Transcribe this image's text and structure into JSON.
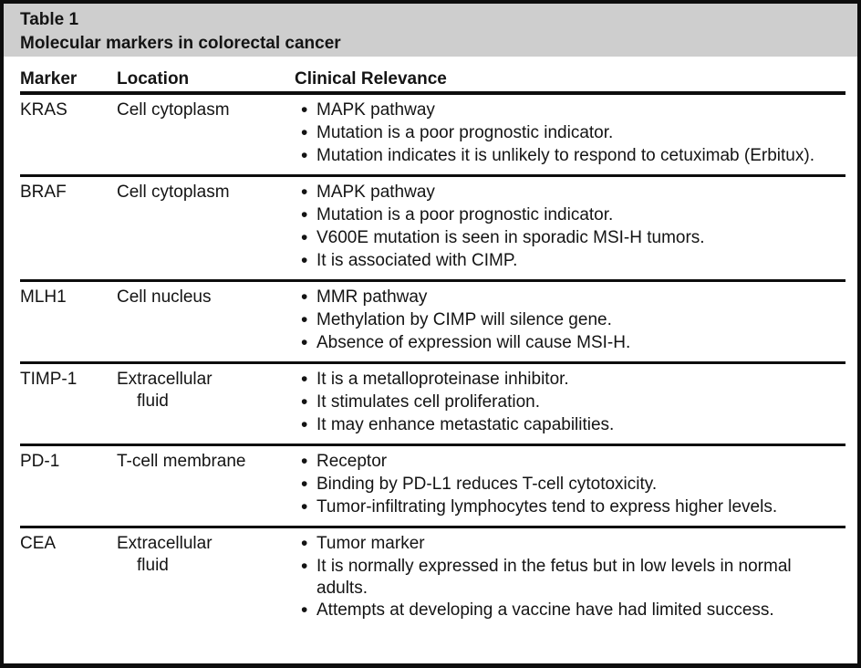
{
  "page": {
    "background_color": "#ffffff",
    "border_color": "#0d0d0d",
    "caption_band_color": "#cecece",
    "text_color": "#141414"
  },
  "table": {
    "title": "Table 1",
    "subtitle": "Molecular markers in colorectal cancer",
    "columns": [
      "Marker",
      "Location",
      "Clinical Relevance"
    ],
    "rows": [
      {
        "marker": "KRAS",
        "location": "Cell cytoplasm",
        "clinical_relevance": [
          "MAPK pathway",
          "Mutation is a poor prognostic indicator.",
          "Mutation indicates it is unlikely to respond to cetuximab (Erbitux)."
        ]
      },
      {
        "marker": "BRAF",
        "location": "Cell cytoplasm",
        "clinical_relevance": [
          "MAPK pathway",
          "Mutation is a poor prognostic indicator.",
          "V600E mutation is seen in sporadic MSI-H tumors.",
          "It is associated with CIMP."
        ]
      },
      {
        "marker": "MLH1",
        "location": "Cell nucleus",
        "clinical_relevance": [
          "MMR pathway",
          "Methylation by CIMP will silence gene.",
          "Absence of expression will cause MSI-H."
        ]
      },
      {
        "marker": "TIMP-1",
        "location": "Extracellular\nfluid",
        "clinical_relevance": [
          "It is a metalloproteinase inhibitor.",
          "It stimulates cell proliferation.",
          "It may enhance metastatic capabilities."
        ]
      },
      {
        "marker": "PD-1",
        "location": "T-cell membrane",
        "clinical_relevance": [
          "Receptor",
          "Binding by PD-L1 reduces T-cell cytotoxicity.",
          "Tumor-infiltrating lymphocytes tend to express higher levels."
        ]
      },
      {
        "marker": "CEA",
        "location": "Extracellular\nfluid",
        "clinical_relevance": [
          "Tumor marker",
          "It is normally expressed in the fetus but in low levels in normal adults.",
          "Attempts at developing a vaccine have had limited success."
        ]
      }
    ]
  }
}
